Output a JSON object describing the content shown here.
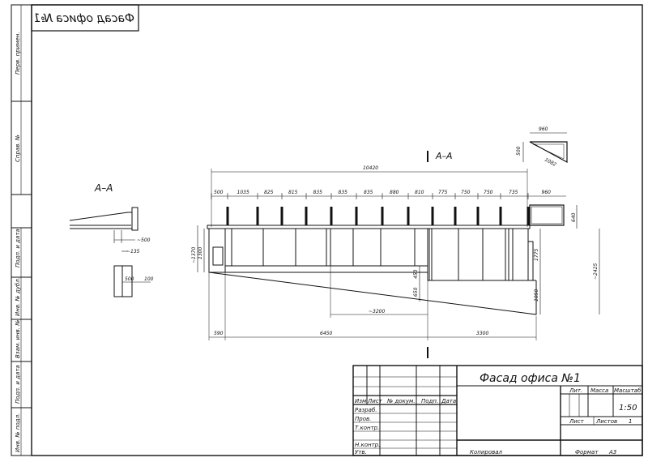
{
  "drawing": {
    "mirrored_title": "Фасад офиса №1",
    "section_label": "А–А",
    "section_label_right": "А–А"
  },
  "dimensions": {
    "overall": "10420",
    "segments": [
      "500",
      "1035",
      "825",
      "815",
      "835",
      "835",
      "835",
      "880",
      "810",
      "775",
      "750",
      "750",
      "735",
      "960"
    ],
    "bottom": [
      "590",
      "6450",
      "3300"
    ],
    "vertical_left": [
      "~1370",
      "1300"
    ],
    "vertical_right": [
      "640",
      "1775",
      "~2425",
      "1050"
    ],
    "mid_450": "450",
    "mid_650": "650",
    "mid_3200": "~3200",
    "bracket_top": "960",
    "bracket_side": "500",
    "bracket_diag": "1082",
    "section_500": "~500",
    "section_135": "~135",
    "section_500b": "500",
    "section_100": "100"
  },
  "side_strip": {
    "labels": [
      "Перв. примен.",
      "Справ. №",
      "Подп. и дата",
      "Инв. № дубл.",
      "Взам. инв. №",
      "Подп. и дата",
      "Инв. № подл."
    ]
  },
  "title_block": {
    "title": "Фасад офиса №1",
    "col_headers": [
      "Изм",
      "Лист",
      "№ докум.",
      "Подп.",
      "Дата"
    ],
    "rows": [
      "Разраб.",
      "Пров.",
      "Т.контр.",
      "",
      "Н.контр.",
      "Утв."
    ],
    "lit": "Лит.",
    "mass": "Масса",
    "scale_hdr": "Масштаб",
    "scale_val": "1:50",
    "sheet": "Лист",
    "sheets": "Листов",
    "sheets_val": "1",
    "copied": "Копировал",
    "format": "Формат",
    "format_val": "А3"
  }
}
